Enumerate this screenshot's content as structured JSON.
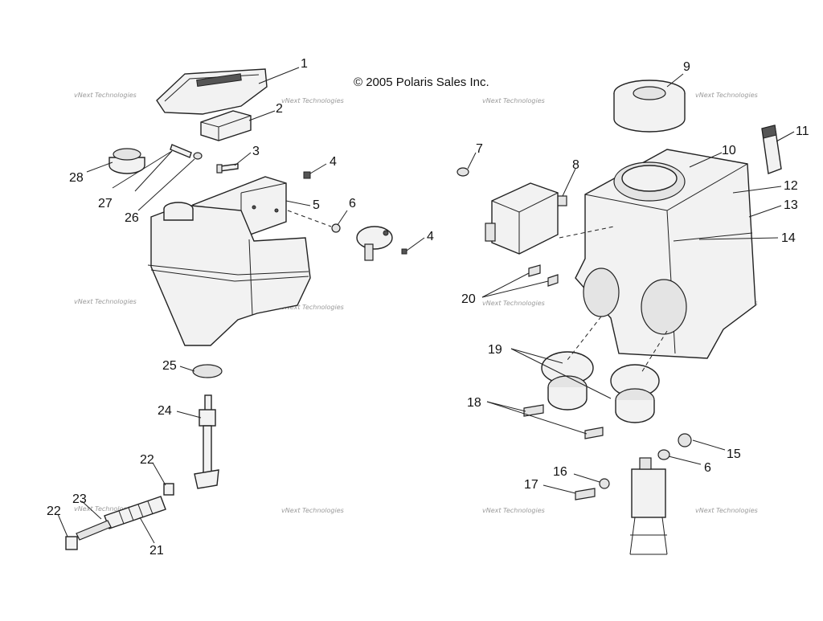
{
  "copyright": "© 2005 Polaris Sales Inc.",
  "watermark": "vNext Technologies",
  "callouts": [
    "1",
    "2",
    "3",
    "4",
    "5",
    "6",
    "4",
    "7",
    "8",
    "9",
    "10",
    "11",
    "12",
    "13",
    "14",
    "20",
    "19",
    "18",
    "15",
    "6",
    "16",
    "17",
    "25",
    "24",
    "22",
    "23",
    "22",
    "21",
    "28",
    "27",
    "26"
  ]
}
